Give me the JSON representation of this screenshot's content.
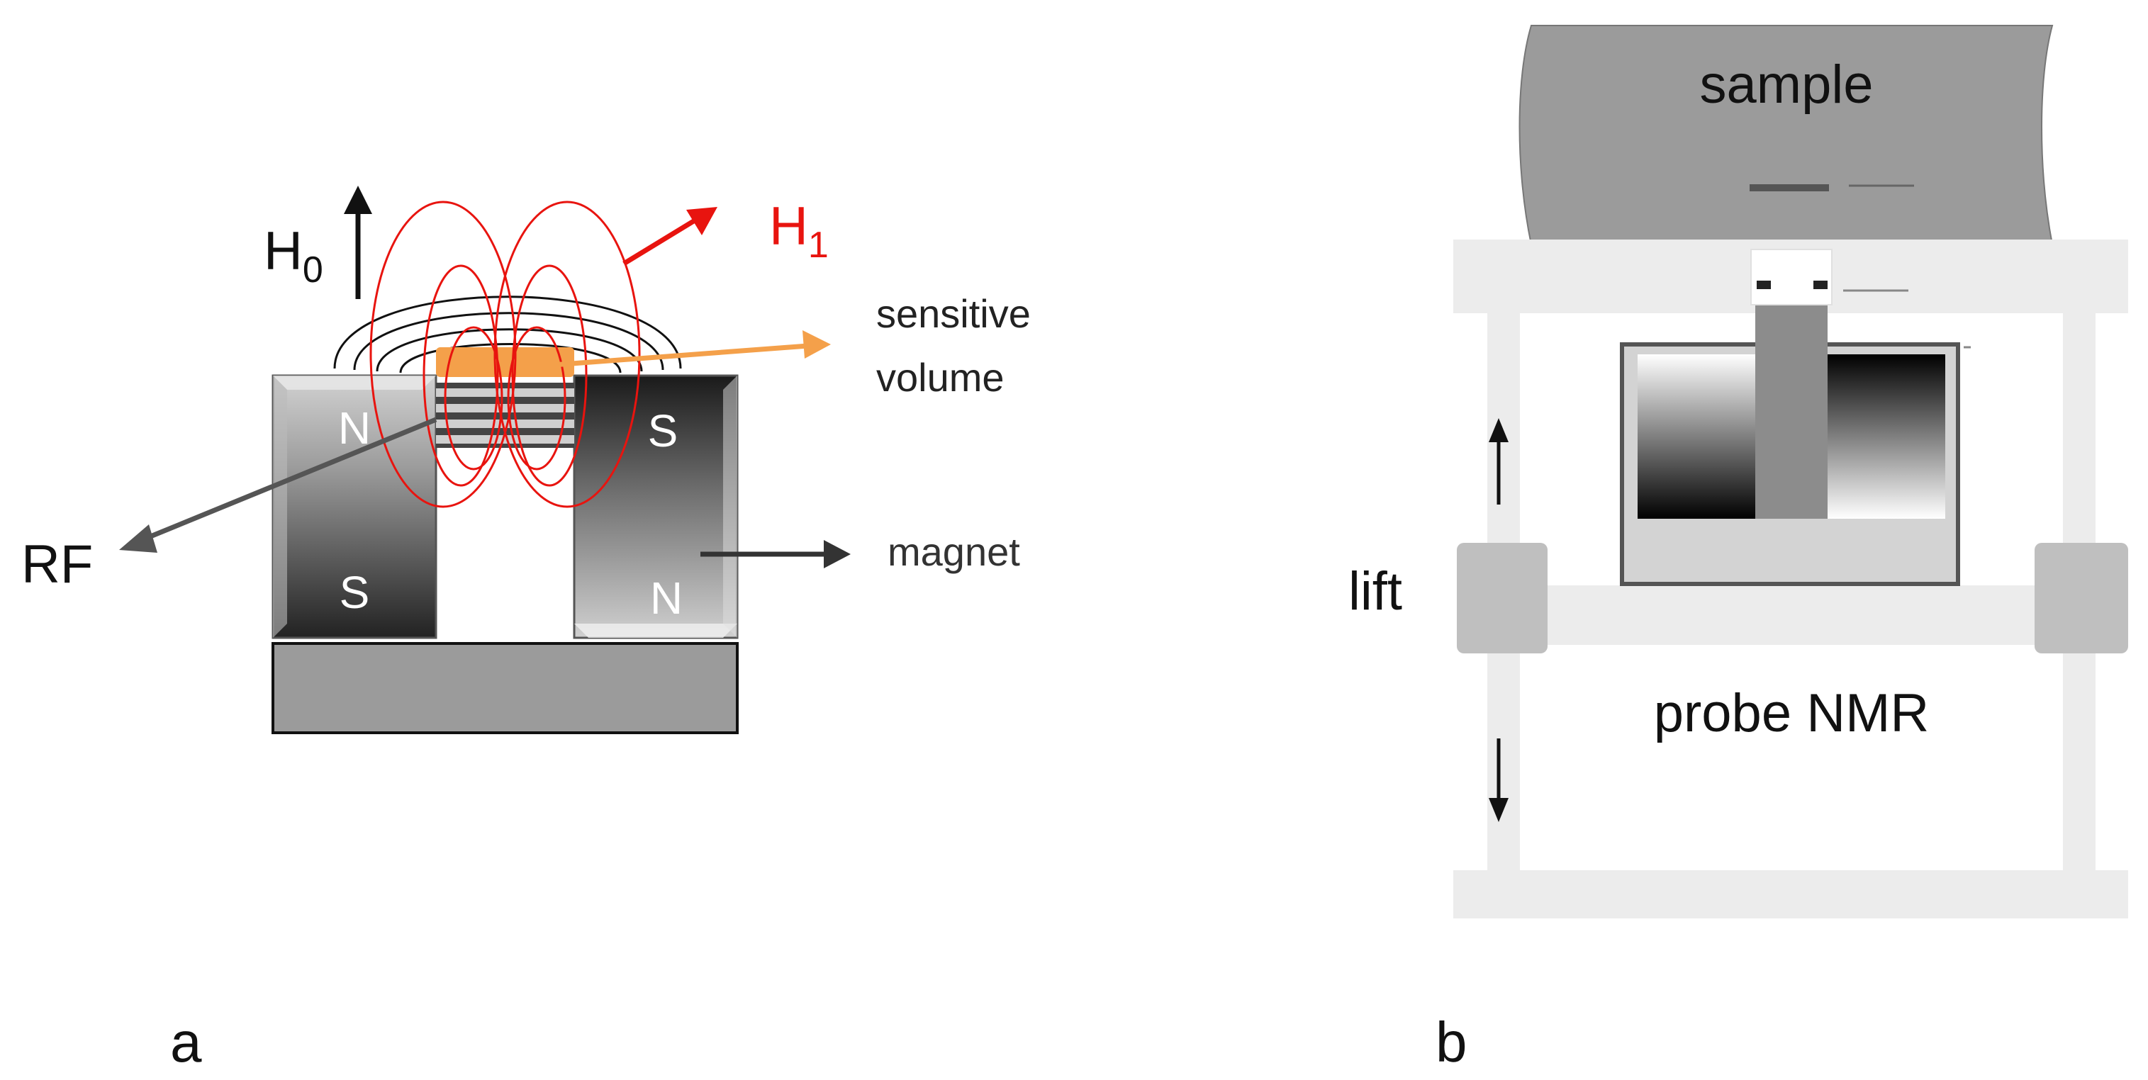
{
  "panel_a": {
    "label": "a",
    "field_static": {
      "symbol": "H",
      "subscript": "0"
    },
    "field_rf": {
      "symbol": "H",
      "subscript": "1"
    },
    "sensitive_volume_line1": "sensitive",
    "sensitive_volume_line2": "volume",
    "rf_label": "RF",
    "magnet_label": "magnet",
    "left_magnet_top_pole": "N",
    "left_magnet_bottom_pole": "S",
    "right_magnet_top_pole": "S",
    "right_magnet_bottom_pole": "N",
    "colors": {
      "rf_field": "#e8140f",
      "sensitive_volume": "#f4a04a",
      "static_field": "#111111"
    }
  },
  "panel_b": {
    "label": "b",
    "sample_label": "sample",
    "lift_label": "lift",
    "probe_label": "probe NMR"
  }
}
